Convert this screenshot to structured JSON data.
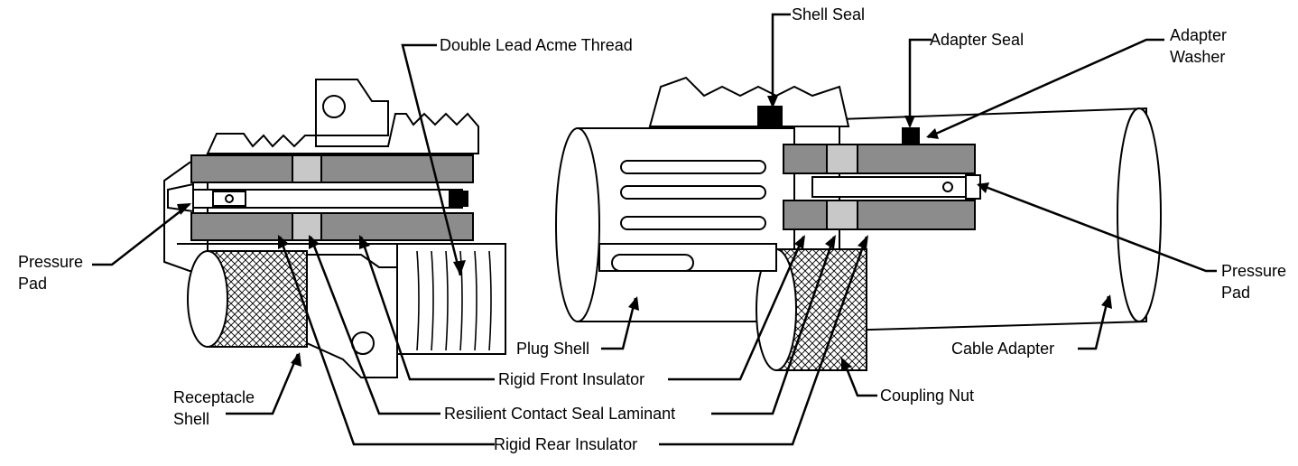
{
  "labels": {
    "double_lead_acme_thread": "Double Lead Acme Thread",
    "shell_seal": "Shell Seal",
    "adapter_seal": "Adapter Seal",
    "adapter_washer_line1": "Adapter",
    "adapter_washer_line2": "Washer",
    "pressure_pad_left_line1": "Pressure",
    "pressure_pad_left_line2": "Pad",
    "pressure_pad_right_line1": "Pressure",
    "pressure_pad_right_line2": "Pad",
    "plug_shell": "Plug Shell",
    "cable_adapter": "Cable Adapter",
    "rigid_front_insulator": "Rigid Front Insulator",
    "resilient_contact_seal_laminant": "Resilient Contact Seal Laminant",
    "rigid_rear_insulator": "Rigid Rear Insulator",
    "coupling_nut": "Coupling Nut",
    "receptacle_shell_line1": "Receptacle",
    "receptacle_shell_line2": "Shell"
  },
  "colors": {
    "line": "#000000",
    "insulator_gray": "#8c8c8c",
    "light_gray": "#c8c8c8",
    "background": "#ffffff"
  }
}
